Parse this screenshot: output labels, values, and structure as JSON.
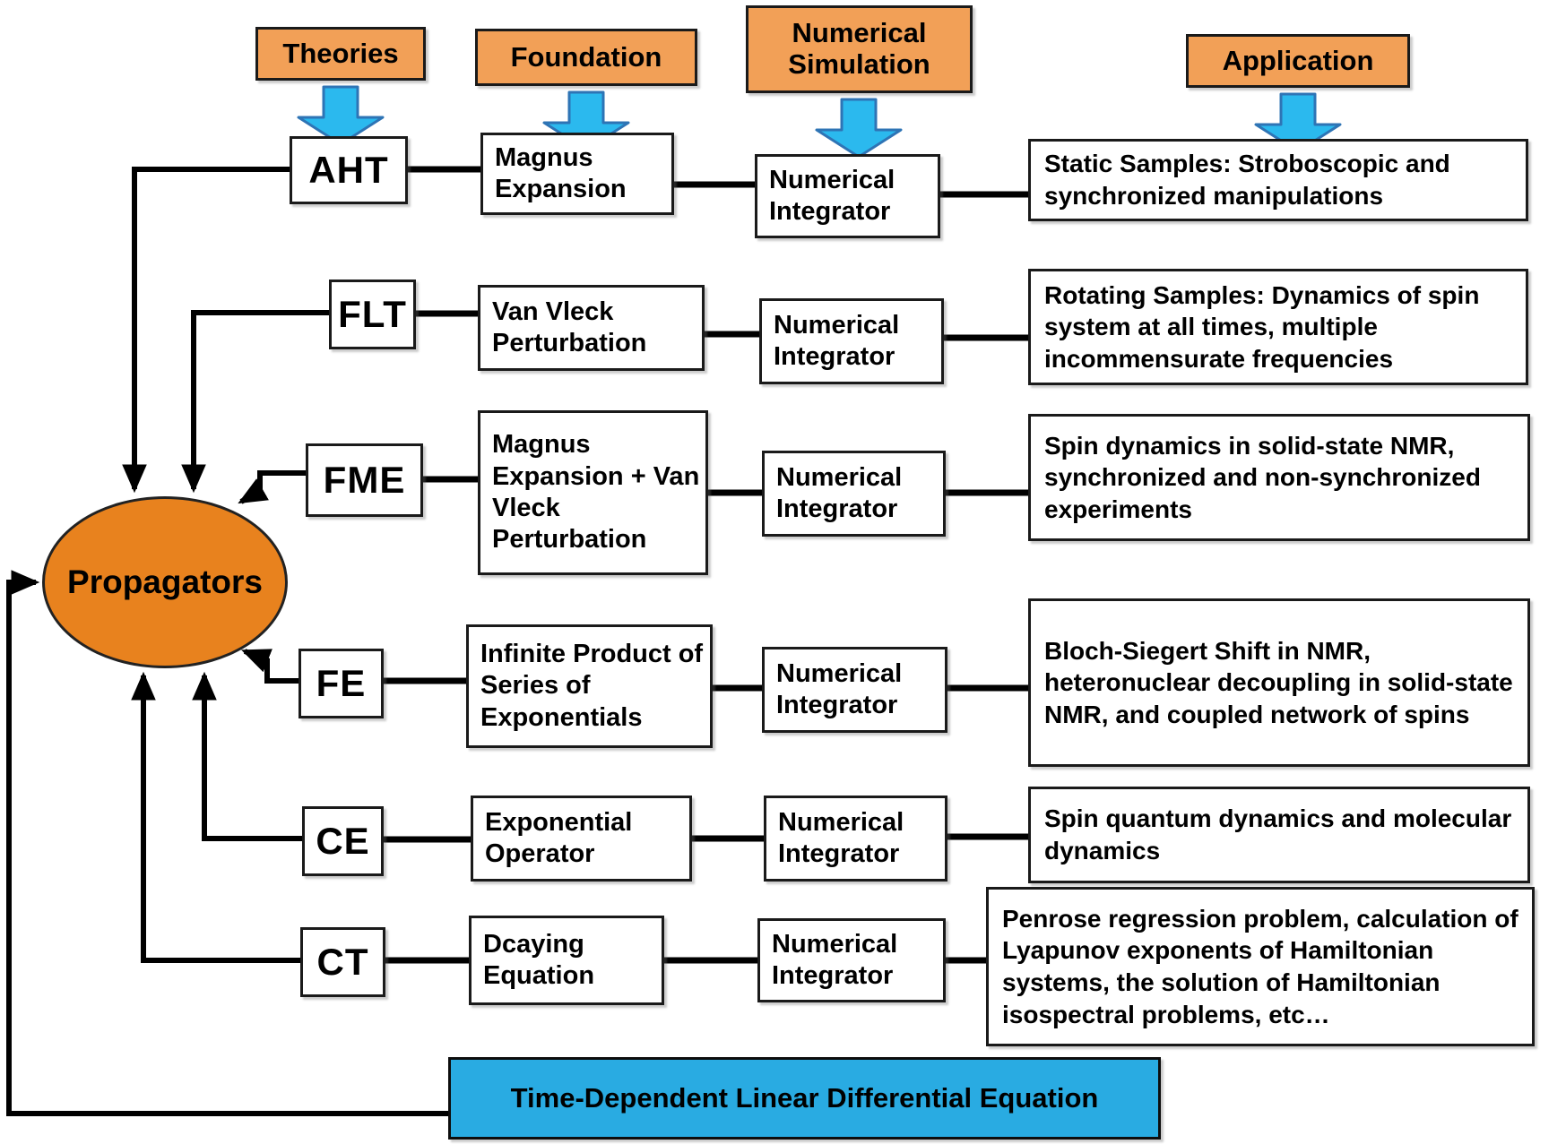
{
  "colors": {
    "header_fill": "#F2A057",
    "ellipse_fill": "#E8821E",
    "equation_fill": "#29ABE2",
    "arrow_fill": "#2BB9EE",
    "arrow_border": "#2E74B5",
    "box_fill": "#FFFFFF",
    "box_border": "#1A1A1A",
    "line": "#000000"
  },
  "headers": [
    {
      "label": "Theories"
    },
    {
      "label": "Foundation"
    },
    {
      "label": "Numerical Simulation"
    },
    {
      "label": "Application"
    }
  ],
  "hub": {
    "label": "Propagators"
  },
  "equation": {
    "label": "Time-Dependent Linear Differential Equation"
  },
  "rows": [
    {
      "theory": "AHT",
      "foundation": "Magnus Expansion",
      "simulation": "Numerical Integrator",
      "application": "Static Samples: Stroboscopic and synchronized manipulations"
    },
    {
      "theory": "FLT",
      "foundation": "Van Vleck Perturbation",
      "simulation": "Numerical Integrator",
      "application": "Rotating Samples:  Dynamics of spin system at all times, multiple incommensurate frequencies"
    },
    {
      "theory": "FME",
      "foundation": "Magnus Expansion + Van Vleck Perturbation",
      "simulation": "Numerical Integrator",
      "application": "Spin dynamics in solid-state NMR, synchronized and non-synchronized experiments"
    },
    {
      "theory": "FE",
      "foundation": "Infinite Product of Series of Exponentials",
      "simulation": "Numerical Integrator",
      "application": "Bloch-Siegert Shift in NMR, heteronuclear decoupling in solid-state NMR, and coupled network of spins"
    },
    {
      "theory": "CE",
      "foundation": "Exponential Operator",
      "simulation": "Numerical Integrator",
      "application": "Spin quantum dynamics and molecular dynamics"
    },
    {
      "theory": "CT",
      "foundation": "Dcaying Equation",
      "simulation": "Numerical Integrator",
      "application": "Penrose regression problem, calculation of Lyapunov exponents of Hamiltonian systems, the solution of Hamiltonian isospectral problems, etc…"
    }
  ]
}
